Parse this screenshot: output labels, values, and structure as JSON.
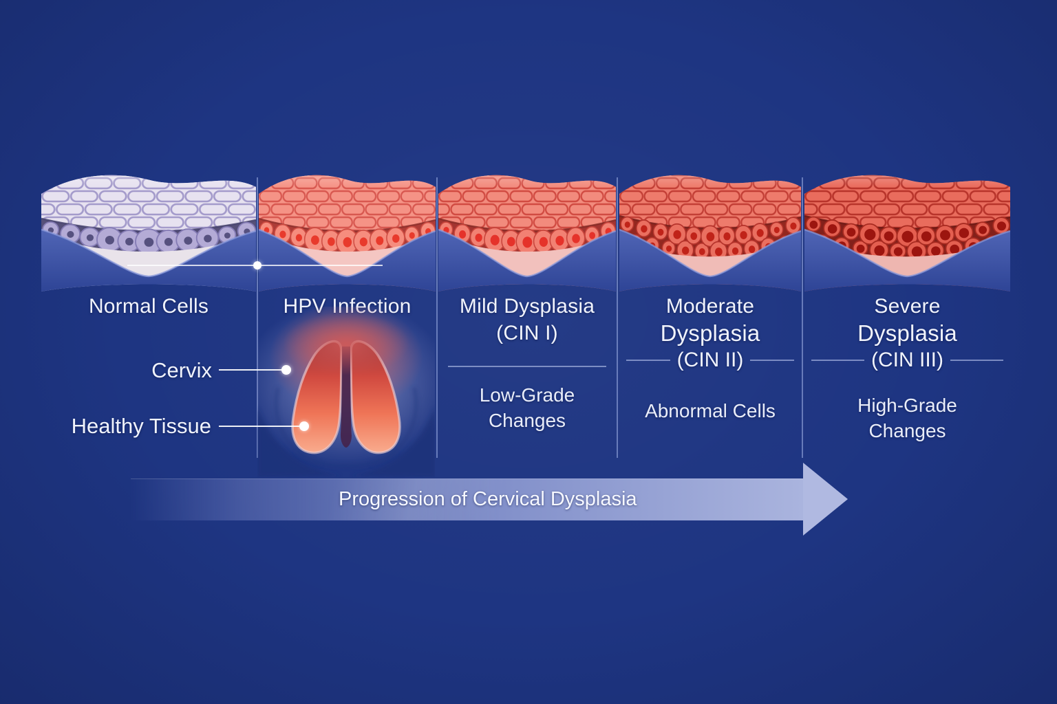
{
  "canvas": {
    "background": "#1e3582",
    "text_color": "#f0f3fc",
    "divider_color": "rgba(175,192,242,0.5)"
  },
  "stages": [
    {
      "id": "normal",
      "name_lines": [
        "Normal Cells"
      ],
      "cin": "",
      "sub_lines": [],
      "basal_rows": 1,
      "nucleus_ratio": 0.36,
      "tissue_colors": {
        "brick": "#e7e2f0",
        "brick_border": "#a49bcb",
        "separator": "#45426d",
        "basal_bg": "#565079",
        "basal": "#b4abd6",
        "basal_border": "#857cb5",
        "nucleus": "#56517f",
        "stroma": "#e9e3ea",
        "base_top": "#5065b5",
        "base_bottom": "#2b4193",
        "base_rim": "#8b9bdd"
      }
    },
    {
      "id": "hpv",
      "name_lines": [
        "HPV Infection"
      ],
      "cin": "",
      "sub_lines": [],
      "basal_rows": 1,
      "nucleus_ratio": 0.4,
      "tissue_colors": {
        "brick": "#f59386",
        "brick_border": "#d85850",
        "separator": "#8c2e2a",
        "basal_bg": "#ad3c37",
        "basal": "#f68d7e",
        "basal_border": "#cf4e44",
        "nucleus": "#e83a2c",
        "stroma": "#f4c6c2",
        "base_top": "#5065b5",
        "base_bottom": "#2b4193",
        "base_rim": "#8b9bdd"
      }
    },
    {
      "id": "mild",
      "name_lines": [
        "Mild Dysplasia"
      ],
      "cin": "(CIN I)",
      "sub_lines": [
        "Low-Grade",
        "Changes"
      ],
      "basal_rows": 1,
      "nucleus_ratio": 0.44,
      "tissue_colors": {
        "brick": "#f28b7d",
        "brick_border": "#d14b42",
        "separator": "#862a25",
        "basal_bg": "#a33430",
        "basal": "#f28173",
        "basal_border": "#c8453c",
        "nucleus": "#e5322a",
        "stroma": "#f2c1bd",
        "base_top": "#5065b5",
        "base_bottom": "#2b4193",
        "base_rim": "#8b9bdd"
      }
    },
    {
      "id": "moderate",
      "name_lines": [
        "Moderate",
        "Dysplasia"
      ],
      "cin": "(CIN II)",
      "sub_lines": [
        "Abnormal Cells"
      ],
      "basal_rows": 2,
      "nucleus_ratio": 0.44,
      "tissue_colors": {
        "brick": "#ee7b6c",
        "brick_border": "#c33f36",
        "separator": "#76201b",
        "basal_bg": "#93271f",
        "basal": "#ea6f60",
        "basal_border": "#b5332b",
        "nucleus": "#c02319",
        "stroma": "#f0bcb7",
        "base_top": "#5065b5",
        "base_bottom": "#2b4193",
        "base_rim": "#8b9bdd"
      }
    },
    {
      "id": "severe",
      "name_lines": [
        "Severe",
        "Dysplasia"
      ],
      "cin": "(CIN III)",
      "sub_lines": [
        "High-Grade",
        "Changes"
      ],
      "basal_rows": 2,
      "nucleus_ratio": 0.56,
      "tissue_colors": {
        "brick": "#e96c5d",
        "brick_border": "#b8342b",
        "separator": "#6b1813",
        "basal_bg": "#83201a",
        "basal": "#e45f50",
        "basal_border": "#a82a20",
        "nucleus": "#9c150f",
        "stroma": "#eeb6b0",
        "base_top": "#5065b5",
        "base_bottom": "#2b4193",
        "base_rim": "#8b9bdd"
      }
    }
  ],
  "annotations": {
    "cervix": "Cervix",
    "healthy_tissue": "Healthy Tissue"
  },
  "arrow": {
    "label": "Progression of Cervical Dysplasia",
    "gradient_start": "rgba(110,124,190,0)",
    "gradient_mid": "#8290ca",
    "gradient_end": "#aab4de",
    "head_color": "#b0b9e1"
  },
  "cervix_figure": {
    "glow_lavender": "#8e96ca",
    "glow_red": "#cf5a58",
    "lobe_top": "#9c3438",
    "lobe_upper": "#d14a40",
    "lobe_mid": "#ef7557",
    "lobe_bottom": "#f9ac8e",
    "rim": "#ecd0d4",
    "gap": "#45224a",
    "wing": "#1c3178",
    "striation": "#24397f"
  }
}
